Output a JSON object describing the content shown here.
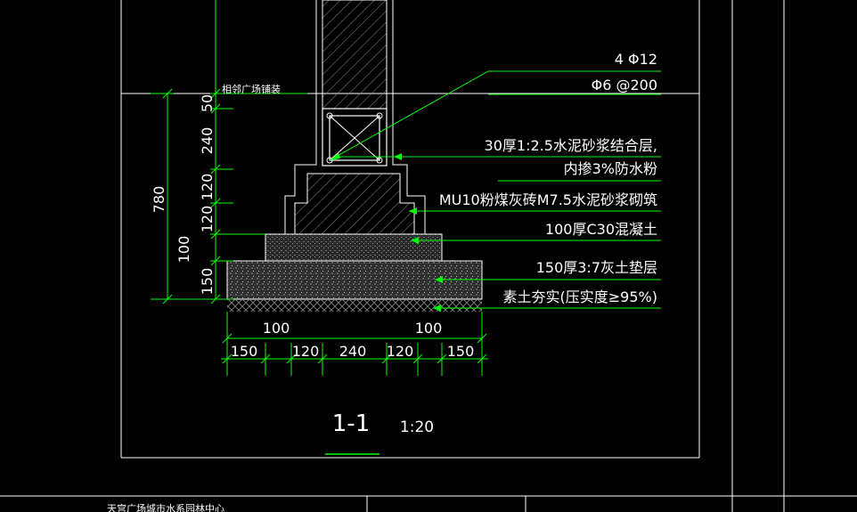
{
  "drawing": {
    "section_title": "1-1",
    "scale": "1:20",
    "top_note": "相邻广场铺装",
    "tb_text": "天宫广场城市水系园林中心"
  },
  "annotations": {
    "rebar_main": "4 Φ12",
    "rebar_stirrup": "Φ6 @200",
    "mortar_1": "30厚1:2.5水泥砂浆结合层,",
    "mortar_2": "内掺3%防水粉",
    "brick": "MU10粉煤灰砖M7.5水泥砂浆砌筑",
    "concrete": "100厚C30混凝土",
    "lime": "150厚3:7灰土垫层",
    "soil": "素土夯实(压实度≥95%)"
  },
  "dims_vertical": {
    "total": "780",
    "d50": "50",
    "d240": "240",
    "d120a": "120",
    "d120b": "120",
    "d100": "100",
    "d150": "150"
  },
  "dims_horizontal": {
    "top_left": "100",
    "top_right": "100",
    "b1": "150",
    "b2": "120",
    "b3": "240",
    "b4": "120",
    "b5": "150"
  },
  "colors": {
    "background": "#000000",
    "frame": "#ffffff",
    "dimension": "#00ff00",
    "hatch": "#9a9a9a"
  }
}
